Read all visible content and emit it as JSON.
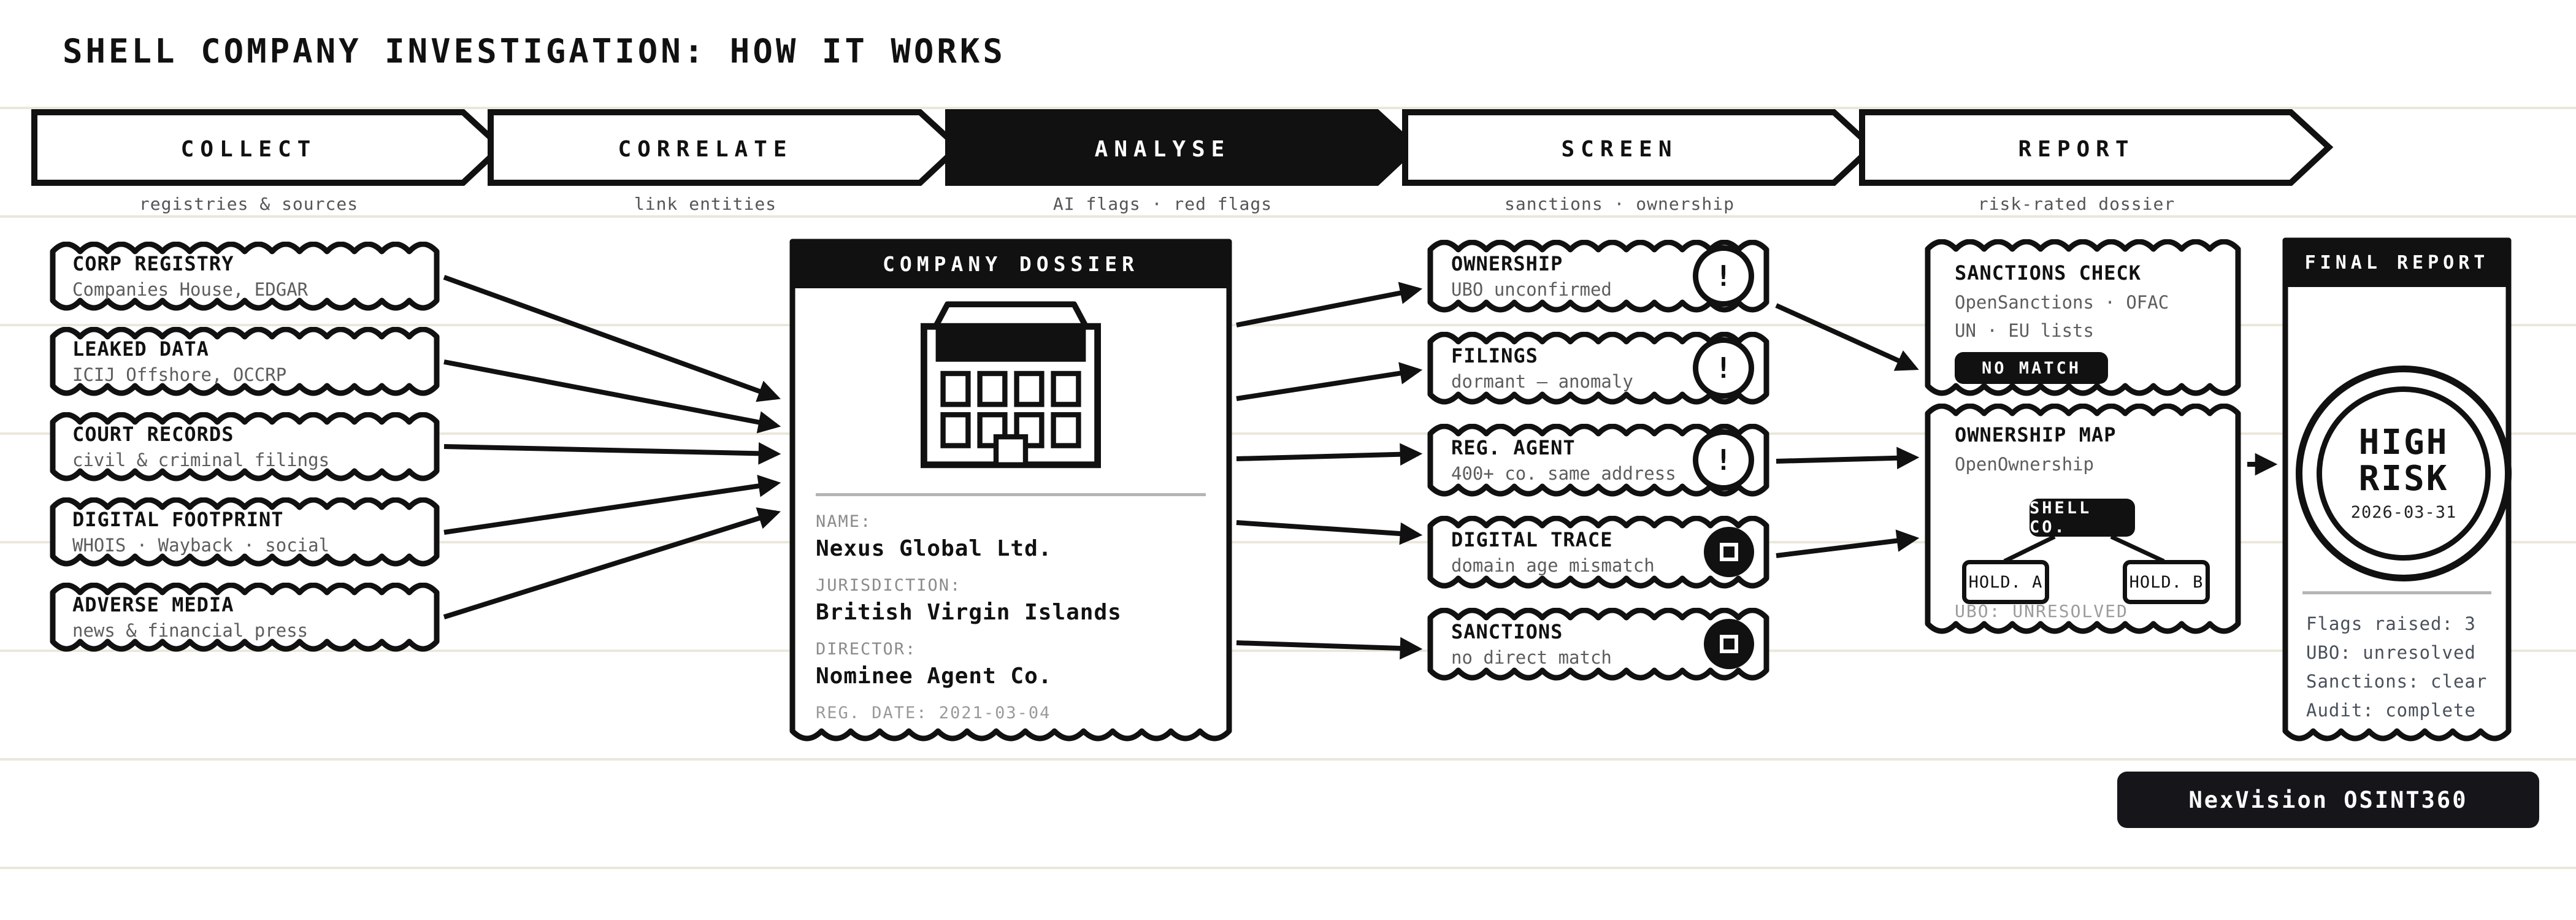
{
  "title": "SHELL COMPANY INVESTIGATION: HOW IT WORKS",
  "colors": {
    "ink": "#111111",
    "muted": "#5d5d5d",
    "faint": "#9a9a9a",
    "rule": "#ebe7da",
    "paper": "#ffffff",
    "stat": "#49505a"
  },
  "pipeline": {
    "stages": [
      {
        "label": "COLLECT",
        "sub": "registries & sources",
        "active": false
      },
      {
        "label": "CORRELATE",
        "sub": "link entities",
        "active": false
      },
      {
        "label": "ANALYSE",
        "sub": "AI flags · red flags",
        "active": true
      },
      {
        "label": "SCREEN",
        "sub": "sanctions · ownership",
        "active": false
      },
      {
        "label": "REPORT",
        "sub": "risk-rated dossier",
        "active": false
      }
    ]
  },
  "sources": {
    "items": [
      {
        "title": "CORP REGISTRY",
        "subtitle": "Companies House, EDGAR"
      },
      {
        "title": "LEAKED DATA",
        "subtitle": "ICIJ Offshore, OCCRP"
      },
      {
        "title": "COURT RECORDS",
        "subtitle": "civil & criminal filings"
      },
      {
        "title": "DIGITAL FOOTPRINT",
        "subtitle": "WHOIS · Wayback · social"
      },
      {
        "title": "ADVERSE MEDIA",
        "subtitle": "news & financial press"
      }
    ]
  },
  "dossier": {
    "header": "COMPANY DOSSIER",
    "fields": [
      {
        "label": "NAME:",
        "value": "Nexus Global Ltd."
      },
      {
        "label": "JURISDICTION:",
        "value": "British Virgin Islands"
      },
      {
        "label": "DIRECTOR:",
        "value": "Nominee Agent Co."
      }
    ],
    "reg_date": "REG. DATE: 2021-03-04"
  },
  "flags": {
    "items": [
      {
        "title": "OWNERSHIP",
        "subtitle": "UBO unconfirmed",
        "icon": "alert",
        "glyph": "!"
      },
      {
        "title": "FILINGS",
        "subtitle": "dormant — anomaly",
        "icon": "alert",
        "glyph": "!"
      },
      {
        "title": "REG. AGENT",
        "subtitle": "400+ co. same address",
        "icon": "alert",
        "glyph": "!"
      },
      {
        "title": "DIGITAL TRACE",
        "subtitle": "domain age mismatch",
        "icon": "dot-square",
        "glyph": ""
      },
      {
        "title": "SANCTIONS",
        "subtitle": "no direct match",
        "icon": "dot-square",
        "glyph": ""
      }
    ]
  },
  "sanctions_check": {
    "title": "SANCTIONS CHECK",
    "line1": "OpenSanctions · OFAC",
    "line2": "UN · EU lists",
    "badge": "NO MATCH"
  },
  "ownership_map": {
    "title": "OWNERSHIP MAP",
    "subtitle": "OpenOwnership",
    "root": "SHELL CO.",
    "child_a": "HOLD. A",
    "child_b": "HOLD. B",
    "footnote": "UBO: UNRESOLVED"
  },
  "final_report": {
    "header": "FINAL REPORT",
    "stamp": {
      "line1": "HIGH",
      "line2": "RISK",
      "date": "2026-03-31"
    },
    "stats": [
      "Flags raised: 3",
      "UBO: unresolved",
      "Sanctions: clear",
      "Audit: complete"
    ]
  },
  "branding": {
    "label": "NexVision OSINT360"
  }
}
